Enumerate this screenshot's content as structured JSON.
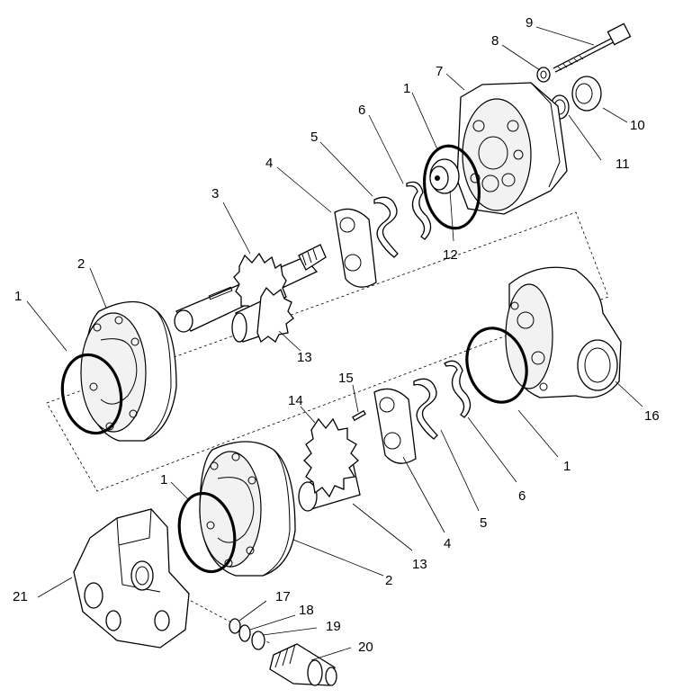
{
  "callouts": [
    {
      "id": "c9a",
      "text": "9"
    },
    {
      "id": "c8a",
      "text": "8"
    },
    {
      "id": "c7a",
      "text": "7"
    },
    {
      "id": "c1a",
      "text": "1"
    },
    {
      "id": "c10a",
      "text": "10"
    },
    {
      "id": "c6a",
      "text": "6"
    },
    {
      "id": "c5a",
      "text": "5"
    },
    {
      "id": "c11a",
      "text": "11"
    },
    {
      "id": "c4a",
      "text": "4"
    },
    {
      "id": "c3a",
      "text": "3"
    },
    {
      "id": "c12a",
      "text": "12"
    },
    {
      "id": "c2a",
      "text": "2"
    },
    {
      "id": "c1b",
      "text": "1"
    },
    {
      "id": "c13a",
      "text": "13"
    },
    {
      "id": "c15a",
      "text": "15"
    },
    {
      "id": "c14a",
      "text": "14"
    },
    {
      "id": "c16a",
      "text": "16"
    },
    {
      "id": "c1c",
      "text": "1"
    },
    {
      "id": "c1d",
      "text": "1"
    },
    {
      "id": "c6b",
      "text": "6"
    },
    {
      "id": "c5b",
      "text": "5"
    },
    {
      "id": "c4b",
      "text": "4"
    },
    {
      "id": "c13b",
      "text": "13"
    },
    {
      "id": "c2b",
      "text": "2"
    },
    {
      "id": "c21a",
      "text": "21"
    },
    {
      "id": "c17a",
      "text": "17"
    },
    {
      "id": "c18a",
      "text": "18"
    },
    {
      "id": "c19a",
      "text": "19"
    },
    {
      "id": "c20a",
      "text": "20"
    }
  ]
}
